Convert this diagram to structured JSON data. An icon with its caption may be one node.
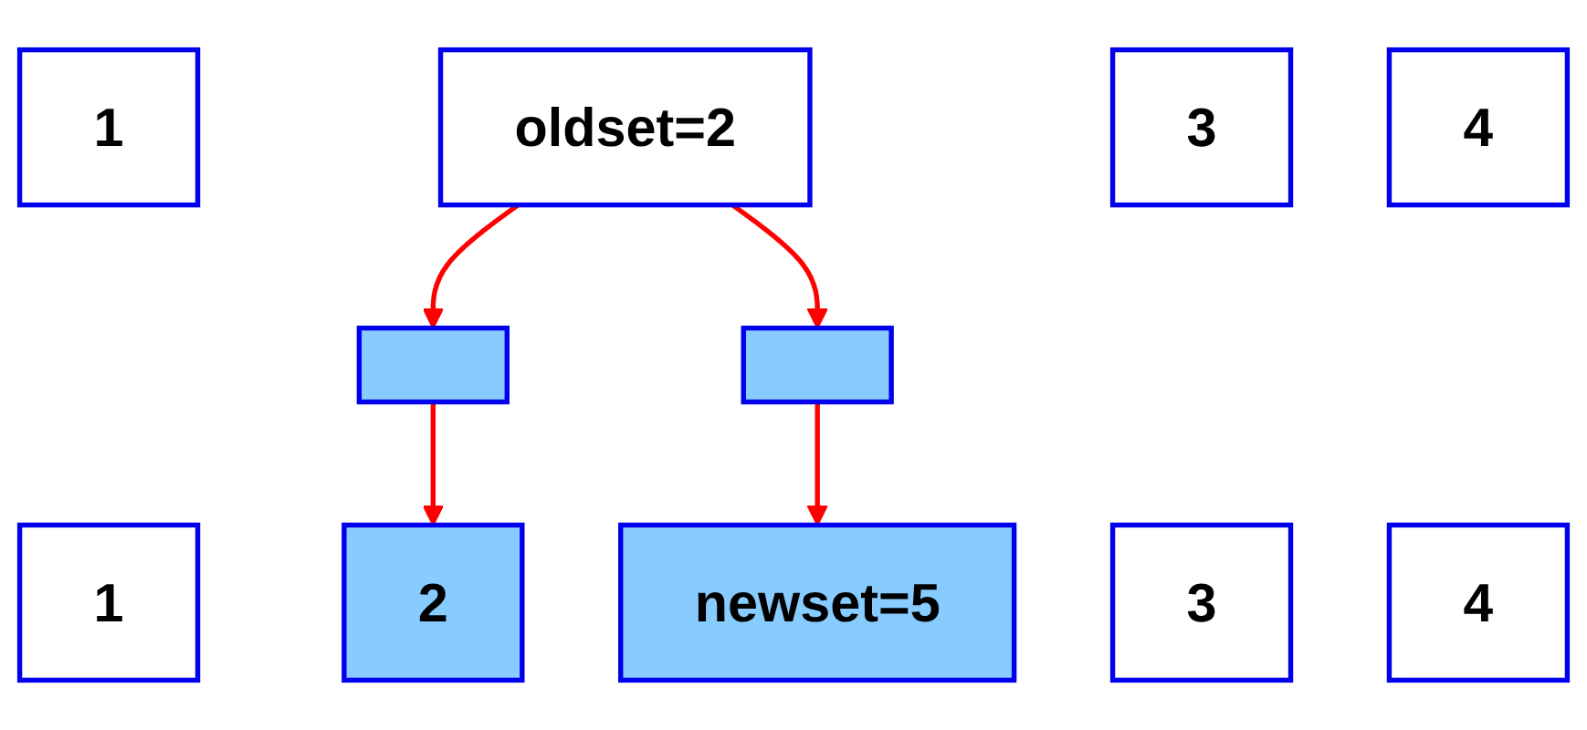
{
  "diagram": {
    "nodes": [
      {
        "text": [
          "1"
        ]
      },
      {
        "text": [
          "oldset=2"
        ]
      },
      {
        "text": [
          "3"
        ]
      },
      {
        "text": [
          "4"
        ]
      },
      {
        "text": [],
        "shape": "box"
      },
      {
        "text": [],
        "shape": "box"
      },
      {
        "text": [
          "1"
        ]
      },
      {
        "text": [
          "2"
        ]
      },
      {
        "text": [
          "3"
        ]
      },
      {
        "text": [
          "4"
        ]
      },
      {
        "text": [
          "newset=5"
        ]
      }
    ],
    "edges": [
      {
        "from": 1,
        "to": 4,
        "arrow": "to"
      },
      {
        "from": 1,
        "to": 5,
        "arrow": "to"
      },
      {
        "from": 4,
        "to": 7,
        "arrow": "to"
      },
      {
        "from": 5,
        "to": 10,
        "arrow": "to"
      }
    ]
  }
}
